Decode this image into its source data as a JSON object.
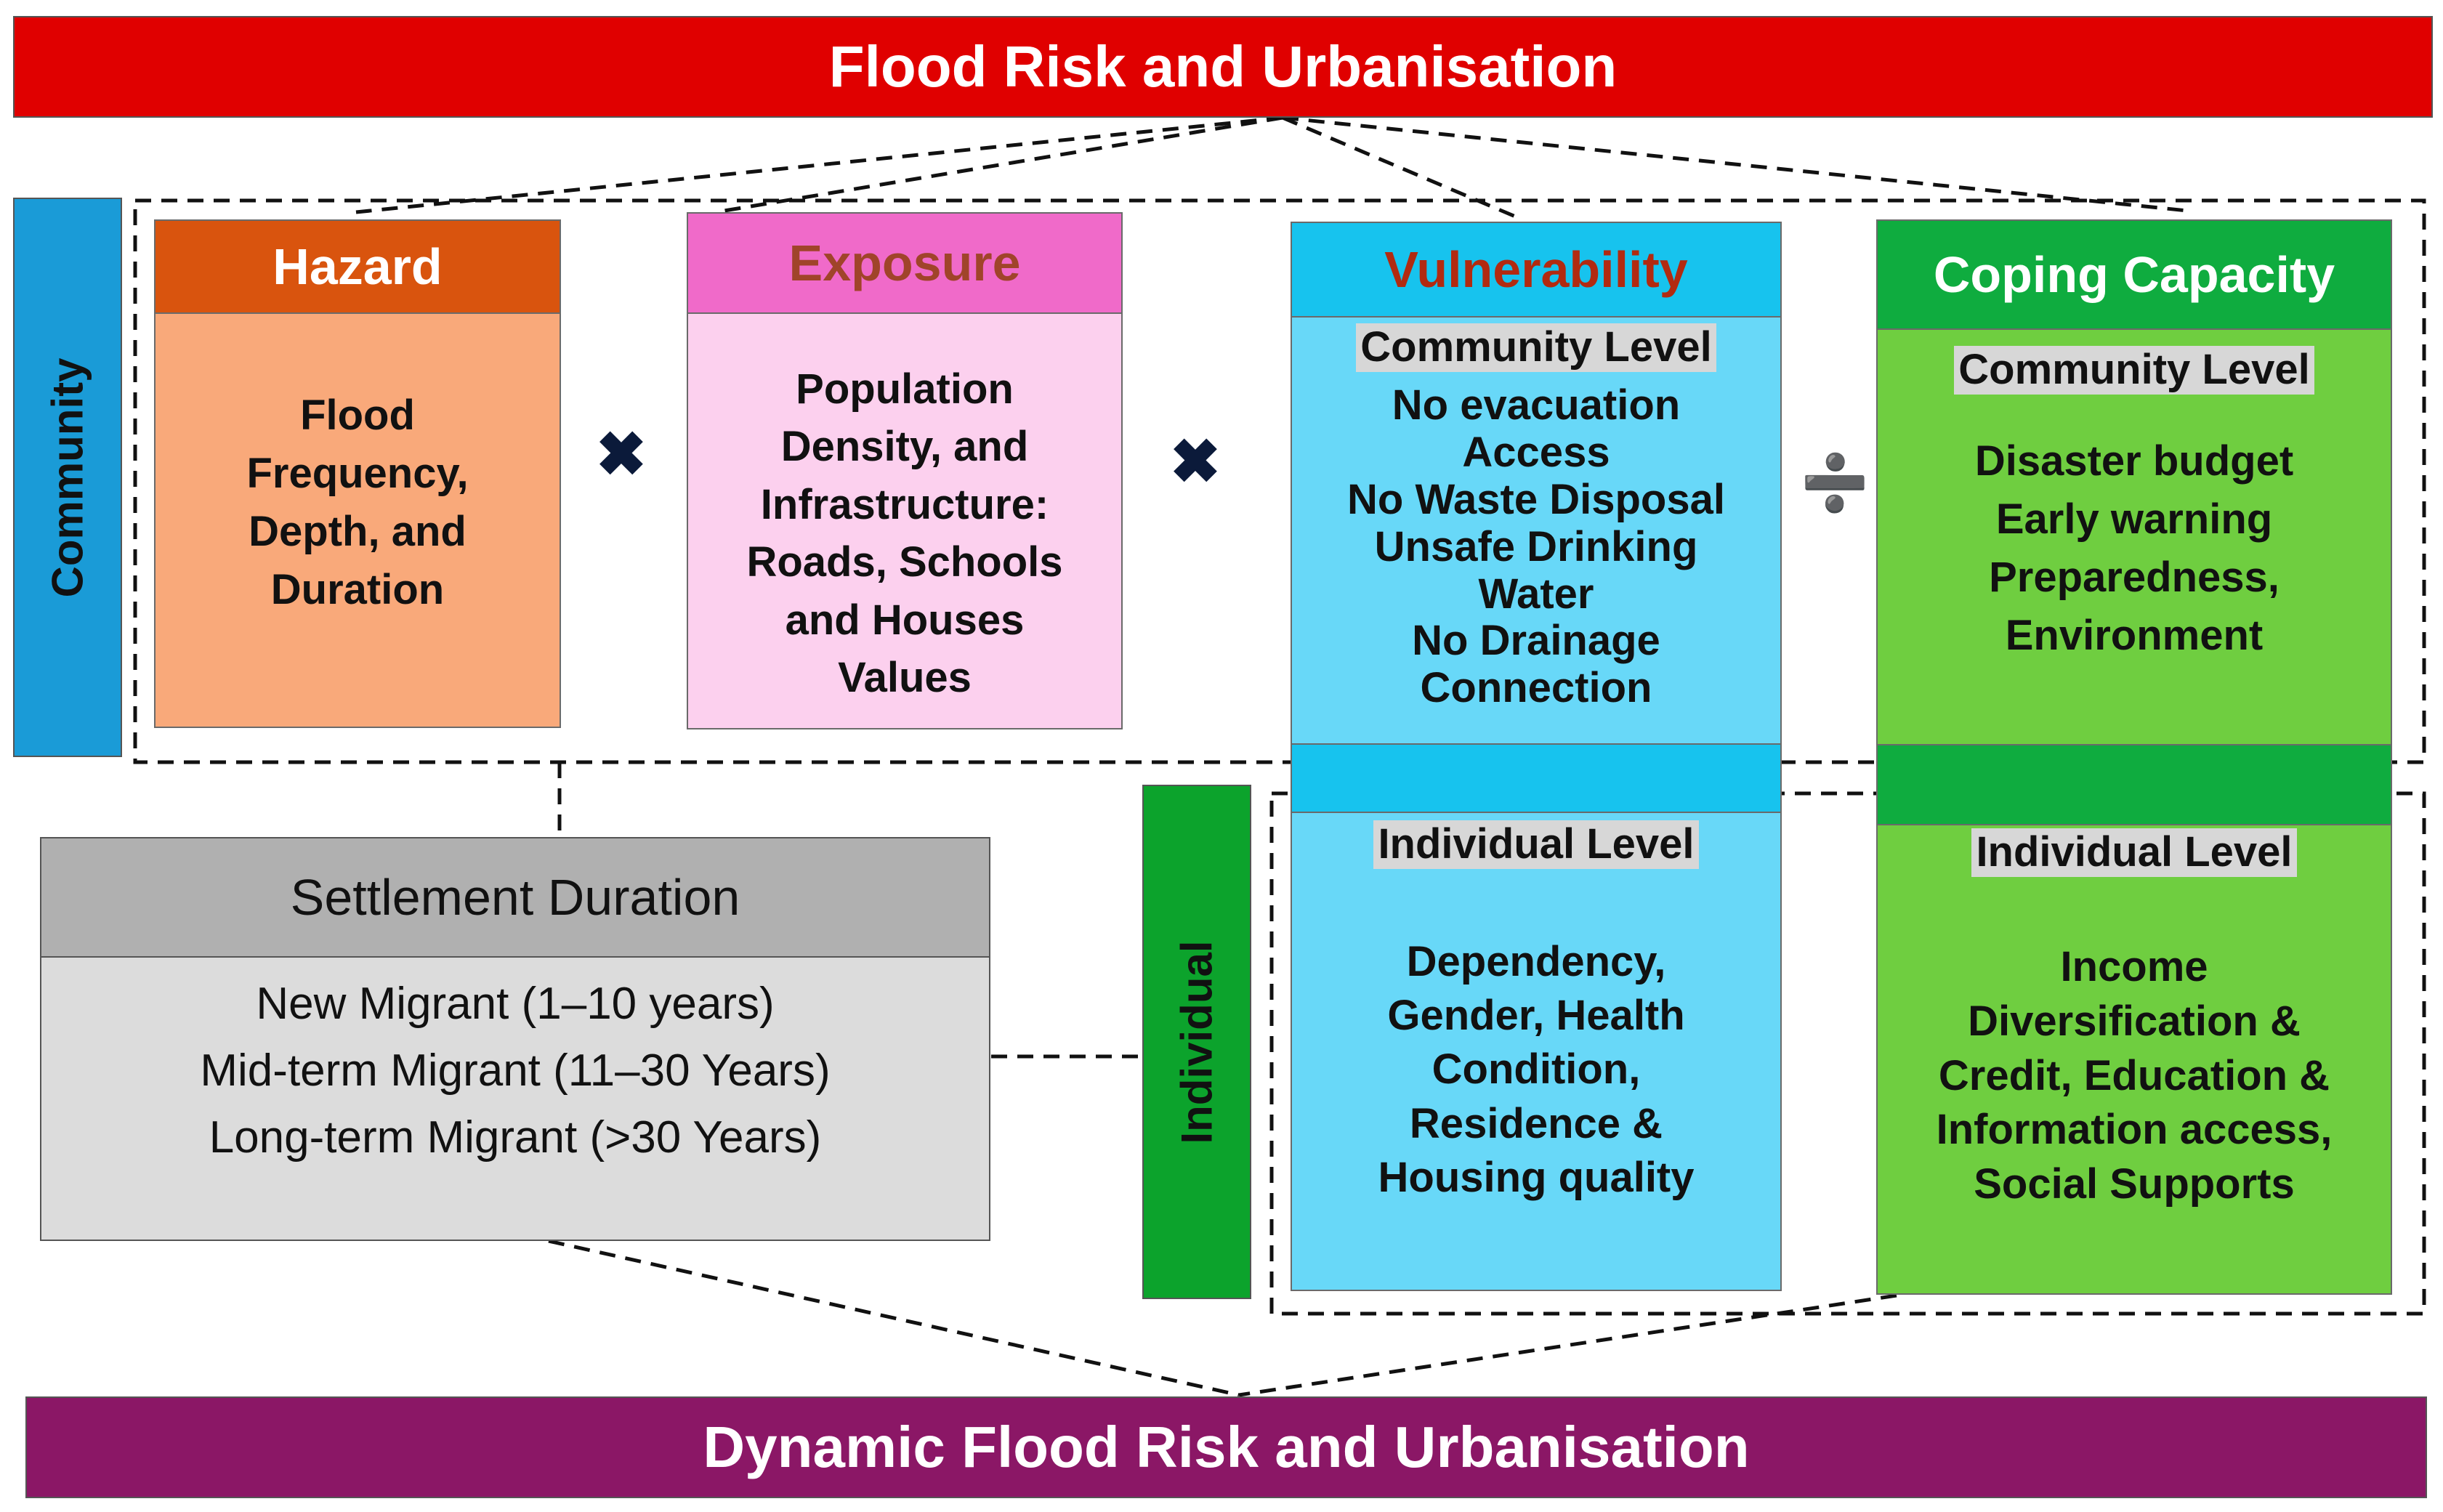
{
  "title": "Flood Risk and Urbanisation",
  "footer": "Dynamic Flood Risk and Urbanisation",
  "sidebars": {
    "community": "Community",
    "individual": "Individual"
  },
  "operators": {
    "times1": "✖",
    "times2": "✖",
    "divide": "➗"
  },
  "hazard": {
    "header": "Hazard",
    "text": "Flood\nFrequency,\nDepth, and\nDuration"
  },
  "exposure": {
    "header": "Exposure",
    "text": "Population\nDensity, and\nInfrastructure:\nRoads, Schools\nand Houses\nValues"
  },
  "vulnerability": {
    "header": "Vulnerability",
    "community_level": "Community Level",
    "community_text": "No evacuation\nAccess\nNo Waste Disposal\nUnsafe Drinking\nWater\nNo Drainage\nConnection",
    "individual_level": "Individual Level",
    "individual_text": "Dependency,\nGender, Health\nCondition,\nResidence &\nHousing quality"
  },
  "coping": {
    "header": "Coping Capacity",
    "community_level": "Community Level",
    "community_text": "Disaster budget\nEarly warning\nPreparedness,\nEnvironment",
    "individual_level": "Individual Level",
    "individual_text": "Income\nDiversification &\nCredit, Education &\nInformation access,\nSocial Supports"
  },
  "settlement": {
    "header": "Settlement Duration",
    "items": [
      "New Migrant (1–10 years)",
      "Mid-term Migrant (11–30 Years)",
      "Long-term Migrant (>30 Years)"
    ]
  },
  "colors": {
    "title_bg": "#e00000",
    "footer_bg": "#8b1766",
    "hazard_header": "#d9540e",
    "hazard_body": "#f9a97a",
    "exposure_header": "#f06ac9",
    "exposure_body": "#fcd0ee",
    "exposure_text": "#a0442a",
    "vuln_header": "#17c3ee",
    "vuln_body": "#68d8f8",
    "vuln_text": "#b22a10",
    "coping_header": "#0fac3f",
    "coping_body": "#6fce40",
    "community_sidebar": "#1a9bd7",
    "individual_sidebar": "#0ca32c",
    "settlement_header": "#b0b0b0",
    "settlement_body": "#dcdcdc"
  }
}
